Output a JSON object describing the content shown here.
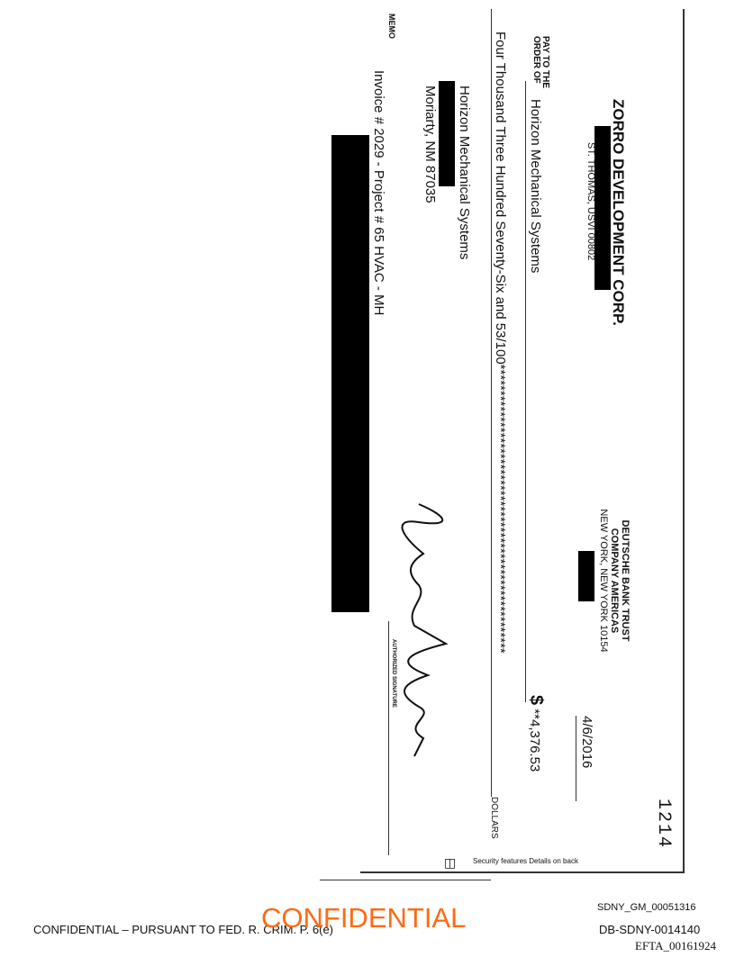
{
  "check": {
    "company_name": "ZORRO DEVELOPMENT CORP.",
    "company_address": "ST. THOMAS, USVI  00802",
    "bank_line1": "DEUTSCHE BANK TRUST",
    "bank_line2": "COMPANY AMERICAS",
    "bank_line3": "NEW YORK, NEW YORK  10154",
    "check_number": "1214",
    "date": "4/6/2016",
    "pay_to_label_1": "PAY TO THE",
    "pay_to_label_2": "ORDER OF",
    "payee": "Horizon Mechanical Systems",
    "amount": "**4,376.53",
    "dollar_sign": "$",
    "amount_words": "Four Thousand Three Hundred Seventy-Six and 53/100*******************************************************",
    "dollars_label": "DOLLARS",
    "address_line1": "Horizon Mechanical Systems",
    "address_line2": "Moriarty, NM 87035",
    "memo_label": "MEMO",
    "memo": "Invoice # 2029 - Project # 65 HVAC - MH",
    "signature_label": "AUTHORIZED SIGNATURE",
    "security_note": "Security features  Details on back"
  },
  "footer": {
    "bates_top": "SDNY_GM_00051316",
    "confidential_notice": "CONFIDENTIAL – PURSUANT TO FED. R. CRIM. P. 6(e)",
    "confidential_stamp": "CONFIDENTIAL",
    "bates_db": "DB-SDNY-0014140",
    "efta": "EFTA_00161924",
    "stamp_color": "#ff6a13"
  }
}
